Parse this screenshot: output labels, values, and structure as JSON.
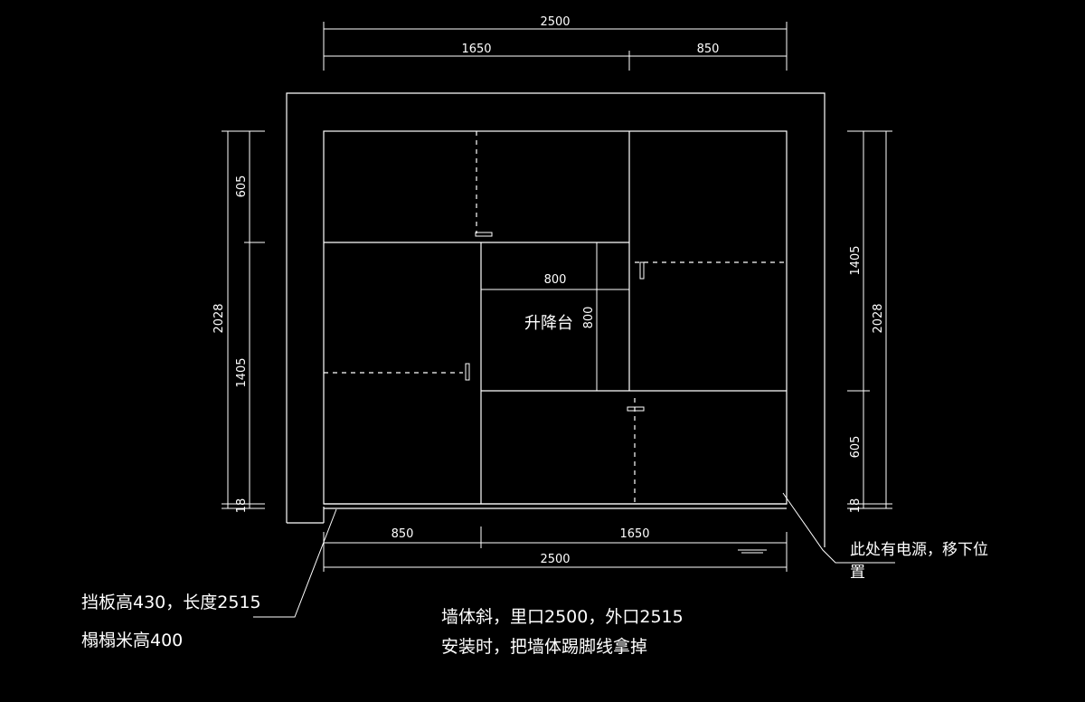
{
  "colors": {
    "background": "#000000",
    "lines": "#ffffff"
  },
  "dimensions": {
    "top_total": "2500",
    "top_left": "1650",
    "top_right": "850",
    "left_top": "605",
    "left_total": "2028",
    "left_mid": "1405",
    "left_bottom": "18",
    "right_top": "1405",
    "right_total": "2028",
    "right_mid": "605",
    "right_bottom": "18",
    "bottom_left": "850",
    "bottom_right": "1650",
    "bottom_total": "2500",
    "platform_width": "800",
    "platform_height": "800"
  },
  "labels": {
    "platform": "升降台",
    "power_note_line1": "此处有电源，移下位",
    "power_note_line2": "置",
    "baffle_note": "挡板高430，长度2515",
    "tatami_note": "榻榻米高400",
    "wall_note": "墙体斜，里口2500，外口2515",
    "install_note": "安装时，把墙体踢脚线拿掉"
  }
}
